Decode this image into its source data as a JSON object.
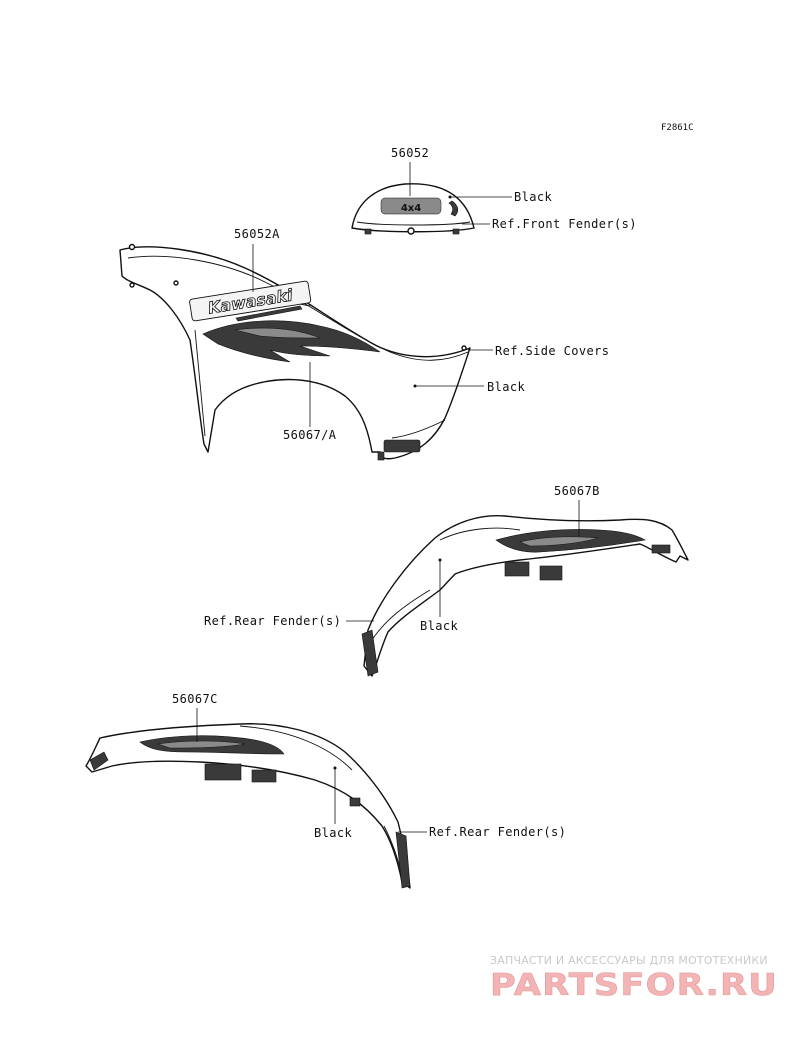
{
  "figure_code": "F2861C",
  "parts": {
    "p56052": "56052",
    "p56052A": "56052A",
    "p56067A": "56067/A",
    "p56067B": "56067B",
    "p56067C": "56067C"
  },
  "callouts": {
    "black_1": "Black",
    "ref_front_fender": "Ref.Front Fender(s)",
    "ref_side_covers": "Ref.Side Covers",
    "black_2": "Black",
    "ref_rear_fender_1": "Ref.Rear Fender(s)",
    "black_3": "Black",
    "black_4": "Black",
    "ref_rear_fender_2": "Ref.Rear Fender(s)"
  },
  "decal_text": {
    "brand": "Kawasaki",
    "fourbyfour": "4x4"
  },
  "watermark": {
    "tagline": "ЗАПЧАСТИ И АКСЕССУАРЫ ДЛЯ МОТОТЕХНИКИ",
    "brand": "PARTSFOR.RU"
  }
}
